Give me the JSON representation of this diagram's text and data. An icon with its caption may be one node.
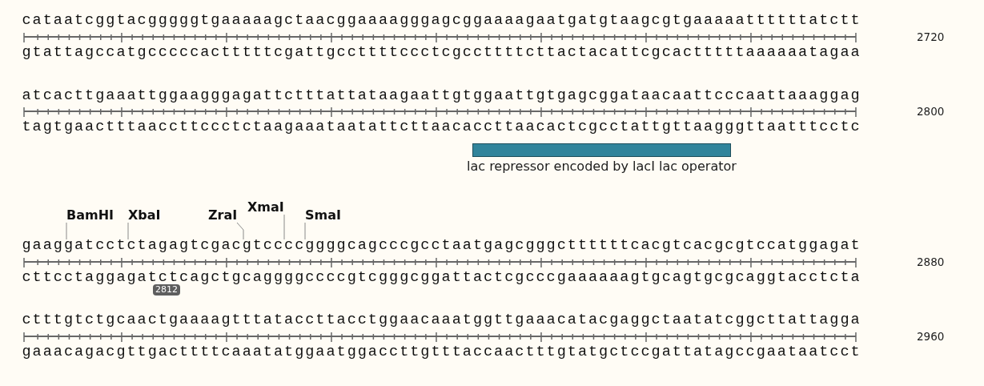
{
  "diagram": {
    "nodes": [
      {
        "text": [
          "lac repressor encoded by lacI lac operator"
        ]
      },
      {
        "text": [
          "BamHI"
        ]
      },
      {
        "text": [
          "XbaI"
        ]
      },
      {
        "text": [
          "ZraI"
        ]
      },
      {
        "text": [
          "XmaI"
        ]
      },
      {
        "text": [
          "SmaI"
        ]
      },
      {
        "text": [
          "gaaggatcctctagagtcgacgtccccggggcagcccgcctaatgagcgggcttttttcacgtcacgcgtccatggagat"
        ]
      }
    ],
    "edges": [
      {
        "from": 1,
        "to": 6,
        "arrow": "none"
      },
      {
        "from": 2,
        "to": 6,
        "arrow": "none"
      },
      {
        "from": 3,
        "to": 6,
        "arrow": "none"
      },
      {
        "from": 4,
        "to": 6,
        "arrow": "none"
      },
      {
        "from": 5,
        "to": 6,
        "arrow": "none"
      }
    ],
    "labels": [
      "cataatcggtacgggggtgaaaaagctaacggaaaagggagcggaaaagaatgatgtaagcgtgaaaaattttttatctt",
      "2720",
      "gtattagccatgcccccactttttcgattgccttttccctcgccttttcttactacattcgcactttttaaaaaatagaa",
      "atcacttgaaattggaagggagattctttattataagaattgtggaattgtgagcggataacaattcccaattaaaggag",
      "2800",
      "tagtgaactttaaccttccctctaagaaataatattcttaacaccttaacactcgcctattgttaagggttaatttcctc",
      "2880",
      "cttcctaggagatctcagctgcaggggccccgtcgggcggattactcgcccgaaaaaagtgcagtgcgcaggtacctcta",
      "2812",
      "ctttgtctgcaactgaaaagtttataccttacctggaacaaatggttgaaacatacgaggctaatatcggcttattagga",
      "2960",
      "gaaacagacgttgacttttcaaatatggaatggaccttgtttaccaactttgtatgctccgattatagccgaataatcct"
    ]
  }
}
